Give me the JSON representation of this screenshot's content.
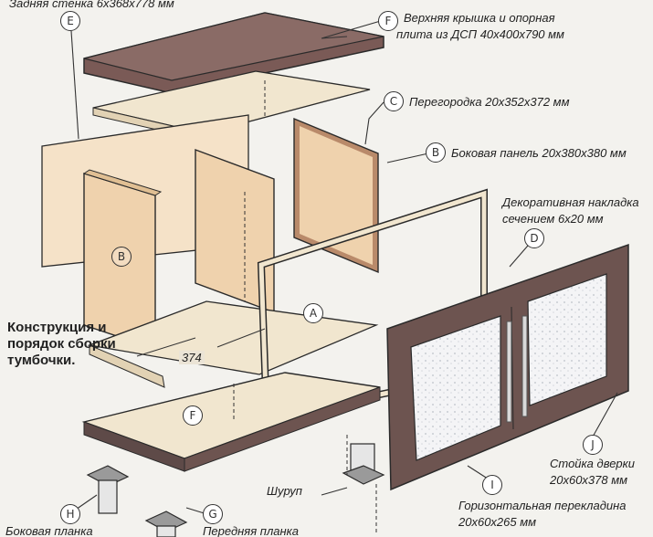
{
  "note": "Конструкция и порядок сборки тумбочки.",
  "dimension": "374",
  "labels": {
    "E": {
      "letter": "E",
      "text": "Задняя стенка 6x368x778 мм"
    },
    "F": {
      "letter": "F",
      "text_line1": "Верхняя крышка и опорная",
      "text_line2": "плита из ДСП 40x400x790 мм"
    },
    "C": {
      "letter": "C",
      "text": "Перегородка 20x352x372 мм"
    },
    "B": {
      "letter": "B",
      "text": "Боковая панель 20x380x380 мм"
    },
    "D": {
      "letter": "D",
      "text_line1": "Декоративная накладка",
      "text_line2": "сечением 6x20 мм"
    },
    "A": {
      "letter": "A"
    },
    "J": {
      "letter": "J",
      "text_line1": "Стойка дверки",
      "text_line2": "20x60x378 мм"
    },
    "I": {
      "letter": "I",
      "text_line1": "Горизонтальная перекладина",
      "text_line2": "20x60x265 мм"
    },
    "H": {
      "letter": "H",
      "text": "Боковая планка"
    },
    "G": {
      "letter": "G",
      "text": "Передняя планка"
    },
    "screw": {
      "text": "Шуруп"
    }
  },
  "colors": {
    "top_board": "#7a5a56",
    "shelf": "#f1e6cf",
    "panel": "#efd2ad",
    "back_panel": "#f5e2c8",
    "door_frame": "#6d5450",
    "door_glass": "#f4f4f6",
    "handle": "#d9d9d9",
    "outline": "#2a2a2a"
  }
}
